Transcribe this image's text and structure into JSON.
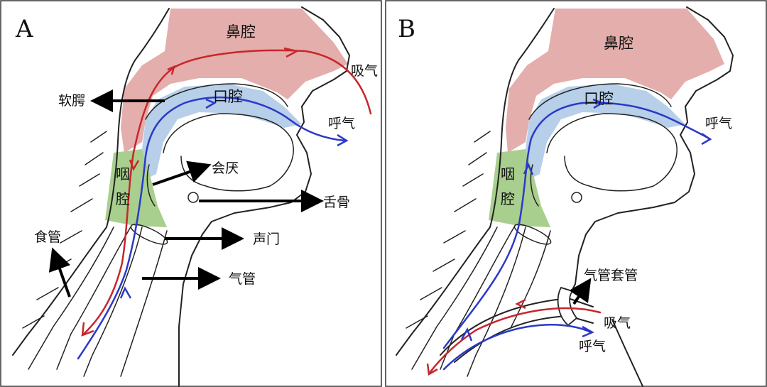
{
  "colors": {
    "nasal": "#e3aeab",
    "oral": "#b7cfe8",
    "pharynx": "#a9cf8e",
    "air_in": "#c8262c",
    "air_out": "#2b39c8",
    "outline": "#222222"
  },
  "panel_a": {
    "letter": "A",
    "labels": {
      "nasal_cavity": "鼻腔",
      "oral_cavity": "口腔",
      "inhale": "吸气",
      "exhale": "呼气",
      "soft_palate": "软腭",
      "epiglottis": "会厌",
      "pharynx_top": "咽",
      "pharynx_bottom": "腔",
      "hyoid": "舌骨",
      "esophagus": "食管",
      "glottis": "声门",
      "trachea": "气管"
    }
  },
  "panel_b": {
    "letter": "B",
    "labels": {
      "nasal_cavity": "鼻腔",
      "oral_cavity": "口腔",
      "exhale_top": "呼气",
      "pharynx_top": "咽",
      "pharynx_bottom": "腔",
      "tracheostomy_tube": "气管套管",
      "inhale": "吸气",
      "exhale_bottom": "呼气"
    }
  }
}
